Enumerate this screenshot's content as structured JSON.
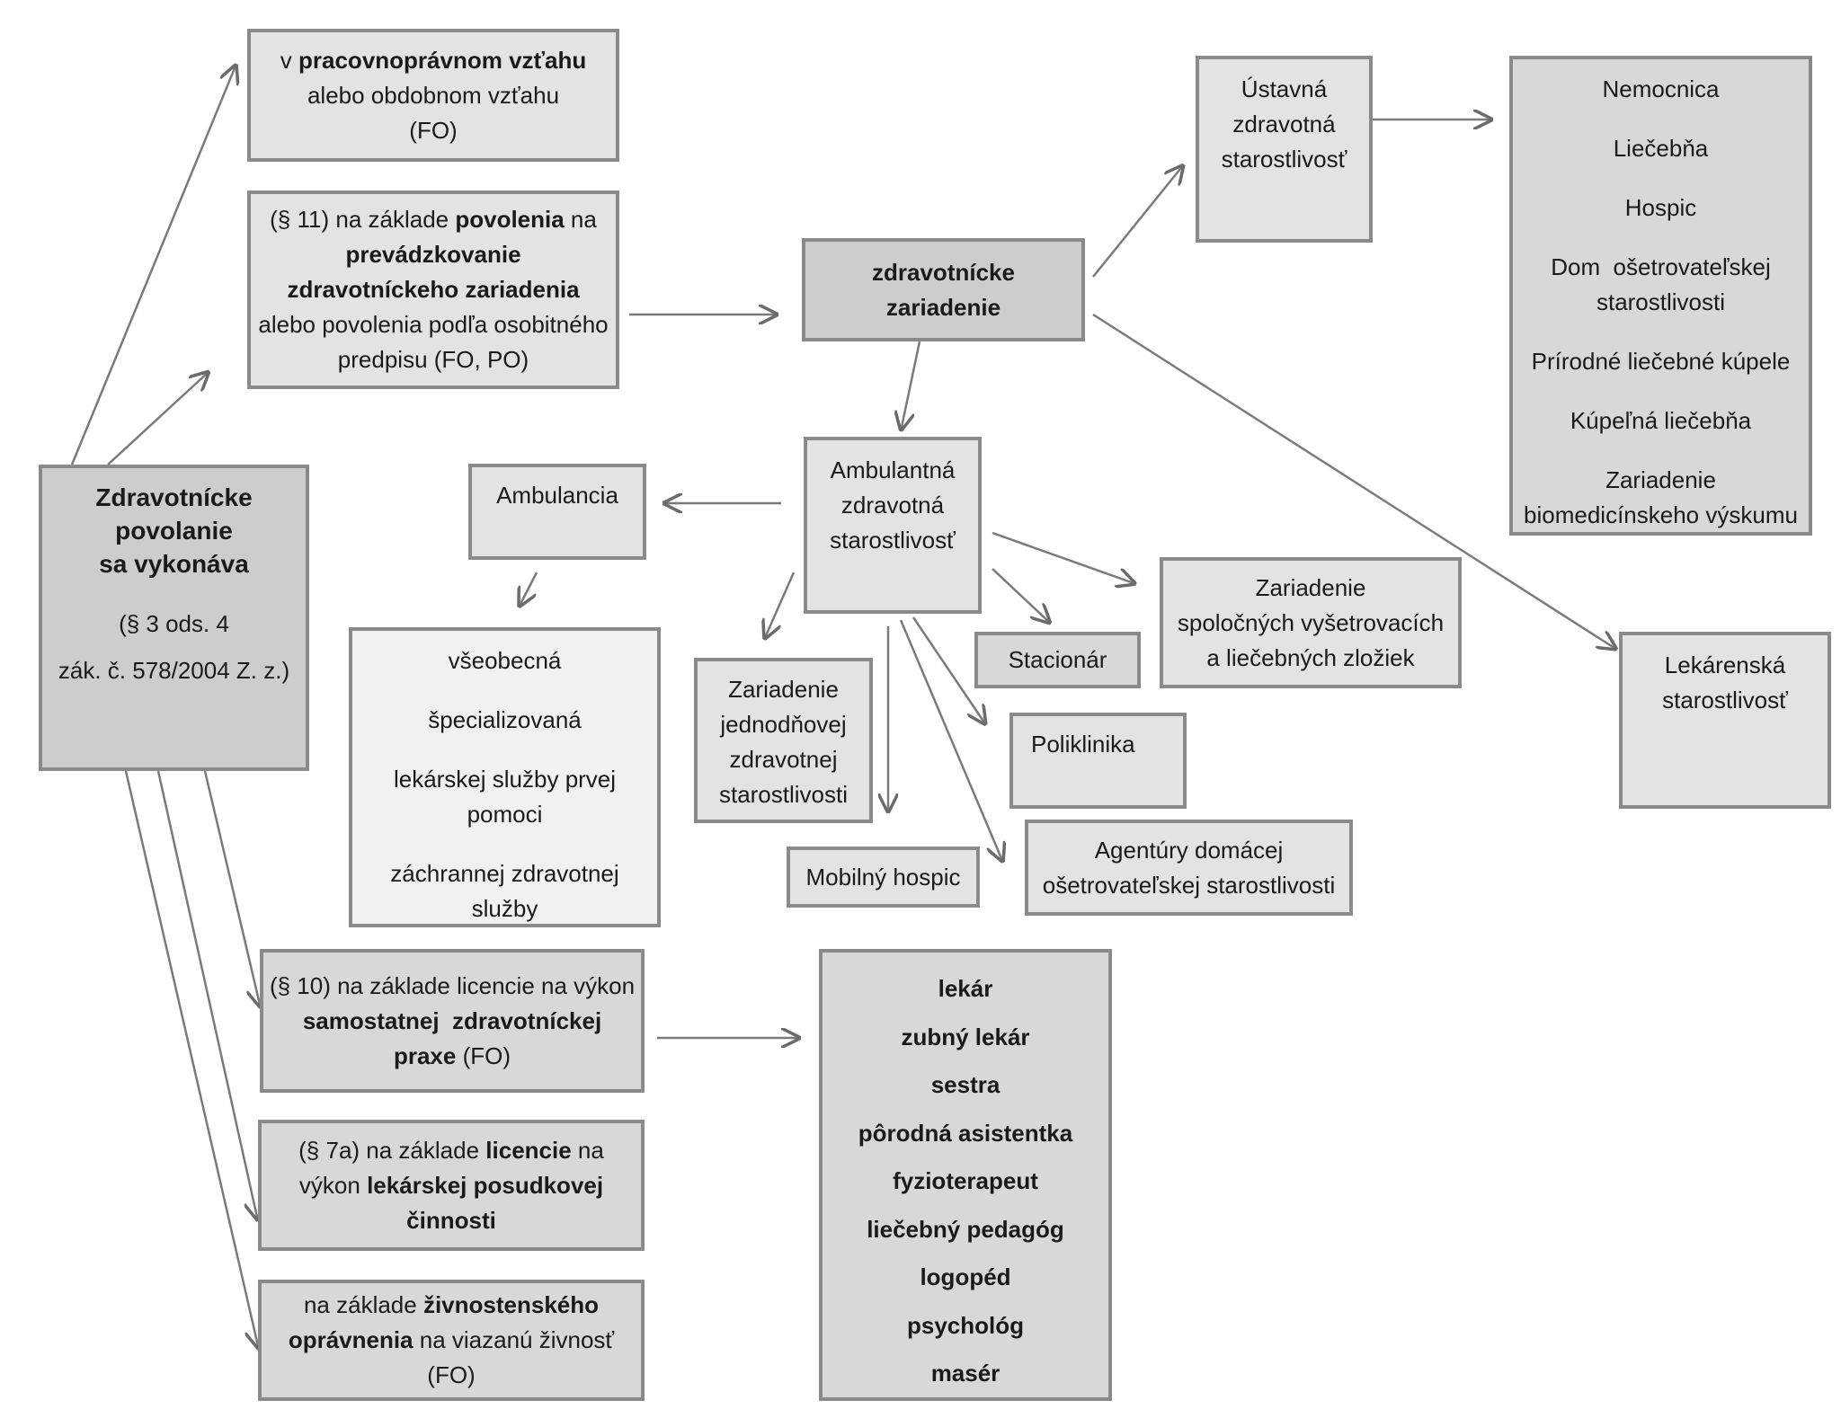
{
  "root": {
    "title": [
      "Zdravotnícke",
      "povolanie",
      "sa vykonáva"
    ],
    "citation": [
      "(§ 3 ods. 4",
      "zák. č. 578/2004 Z. z.)"
    ]
  },
  "employment": {
    "l1a": "v ",
    "l1b": "pracovnoprávnom vzťahu",
    "l2": "alebo obdobnom vzťahu",
    "l3": "(FO)"
  },
  "permit": {
    "l1a": "(§ 11) na základe ",
    "l1b": "povolenia",
    "l1c": " na",
    "l2": "prevádzkovanie",
    "l3": "zdravotníckeho zariadenia",
    "l4": "alebo povolenia podľa osobitného",
    "l5": "predpisu (FO, PO)"
  },
  "facility": [
    "zdravotnícke",
    "zariadenie"
  ],
  "institutional": [
    "Ústavná",
    "zdravotná",
    "starostlivosť"
  ],
  "institutional_list": [
    "Nemocnica",
    "Liečebňa",
    "Hospic",
    "Dom  ošetrovateľskej",
    "starostlivosti",
    "Prírodné liečebné kúpele",
    "Kúpeľná liečebňa",
    "Zariadenie",
    "biomedicínskeho výskumu"
  ],
  "ambulatory": [
    "Ambulantná",
    "zdravotná",
    "starostlivosť"
  ],
  "ambulancia": "Ambulancia",
  "ambulancia_types": [
    "všeobecná",
    "špecializovaná",
    "lekárskej služby prvej",
    "pomoci",
    "záchrannej zdravotnej",
    "služby"
  ],
  "day_care": [
    "Zariadenie",
    "jednodňovej",
    "zdravotnej",
    "starostlivosti"
  ],
  "mobile_hospice": "Mobilný hospic",
  "stacionar": "Stacionár",
  "poliklinika": "Poliklinika",
  "common_exam": [
    "Zariadenie",
    "spoločných vyšetrovacích",
    "a liečebných zložiek"
  ],
  "home_nursing": [
    "Agentúry domácej",
    "ošetrovateľskej starostlivosti"
  ],
  "pharmacy": [
    "Lekárenská",
    "starostlivosť"
  ],
  "license": {
    "l1": "(§ 10) na základe licencie na výkon",
    "l2": "samostatnej  zdravotníckej",
    "l3a": "praxe",
    "l3b": " (FO)"
  },
  "professions": [
    "lekár",
    "zubný lekár",
    "sestra",
    "pôrodná asistentka",
    "fyzioterapeut",
    "liečebný pedagóg",
    "logopéd",
    "psychológ",
    "masér"
  ],
  "assessment": {
    "l1a": "(§ 7a) na základe ",
    "l1b": "licencie",
    "l1c": " na",
    "l2a": "výkon ",
    "l2b": "lekárskej posudkovej",
    "l3": "činnosti"
  },
  "trade": {
    "l1a": "na základe ",
    "l1b": "živnostenského",
    "l2a": "oprávnenia",
    "l2b": " na viazanú živnosť",
    "l3": "(FO)"
  }
}
